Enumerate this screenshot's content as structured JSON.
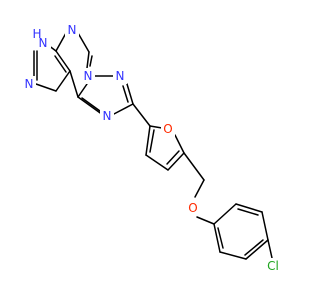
{
  "molecule": {
    "colors": {
      "bond": "#000000",
      "nitrogen": "#3333ff",
      "oxygen": "#ff2a00",
      "chlorine": "#1fa51f",
      "hydrogen_on_n": "#3333ff"
    },
    "atoms": [
      {
        "id": "n_pyrazole_h",
        "symbol": "N",
        "hydrogen": "H",
        "element": "nitrogen"
      },
      {
        "id": "n_pyrazole",
        "symbol": "N",
        "element": "nitrogen"
      },
      {
        "id": "n_pyrimidine",
        "symbol": "N",
        "element": "nitrogen"
      },
      {
        "id": "n_bridge",
        "symbol": "N",
        "element": "nitrogen"
      },
      {
        "id": "n_triazole_top",
        "symbol": "N",
        "element": "nitrogen"
      },
      {
        "id": "n_triazole_bottom",
        "symbol": "N",
        "element": "nitrogen"
      },
      {
        "id": "o_furan",
        "symbol": "O",
        "element": "oxygen"
      },
      {
        "id": "o_ether",
        "symbol": "O",
        "element": "oxygen"
      },
      {
        "id": "cl",
        "symbol": "Cl",
        "element": "chlorine"
      }
    ]
  }
}
